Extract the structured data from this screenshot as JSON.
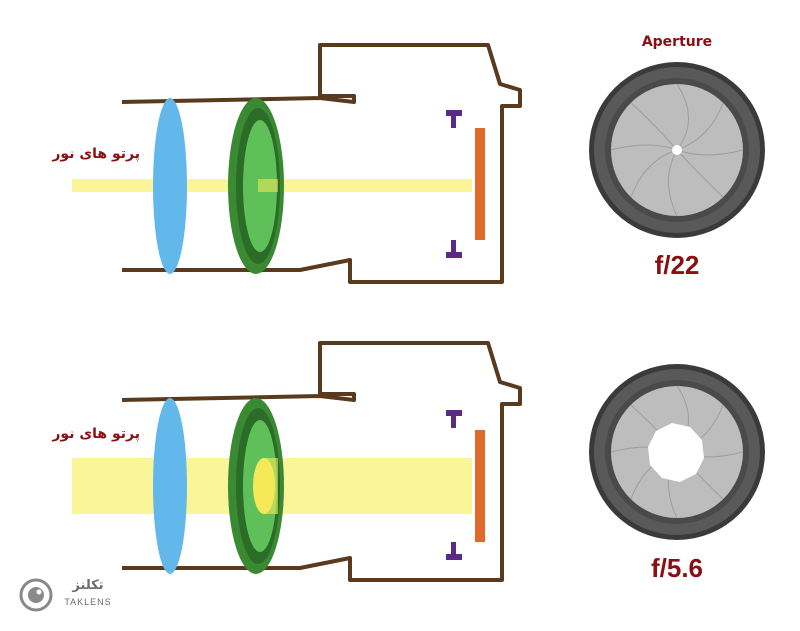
{
  "diagram": {
    "aperture_title": "Aperture",
    "panels": [
      {
        "light_label": "پرتو های نور",
        "f_number": "f/22",
        "aperture_opening": "small"
      },
      {
        "light_label": "پرتو های نور",
        "f_number": "f/5.6",
        "aperture_opening": "large"
      }
    ]
  },
  "logo": {
    "persian": "تکلنز",
    "english": "TAKLENS"
  },
  "colors": {
    "camera_outline": "#5a3a1c",
    "front_lens": "#62b8ea",
    "rear_lens": "#3fa33a",
    "light_beam": "#fbf59a",
    "sensor": "#e0692b",
    "mirror_mount": "#5b2a86",
    "text_accent": "#8b0f12"
  }
}
